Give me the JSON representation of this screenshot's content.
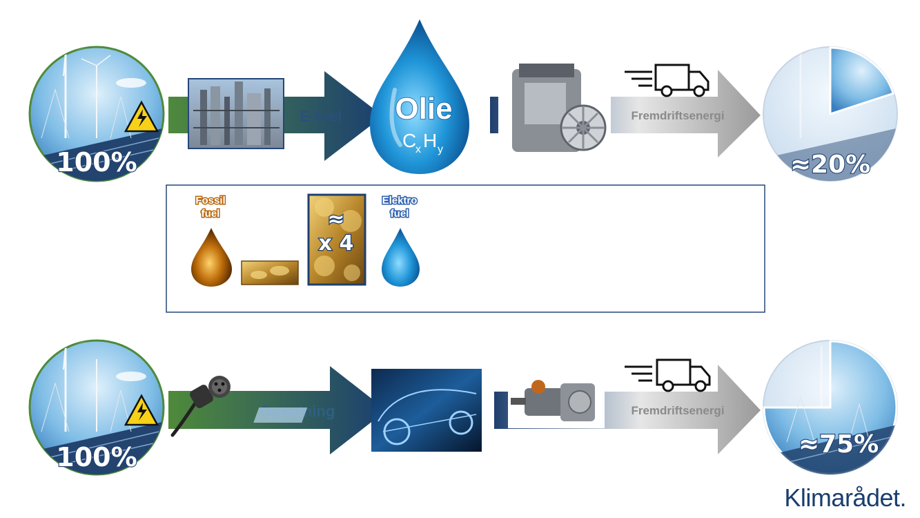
{
  "top_row": {
    "input_percent": "100%",
    "arrow1_label": "E-fuel",
    "drop_title": "Olie",
    "formula": {
      "c": "C",
      "x": "x",
      "h": "H",
      "y": "y"
    },
    "arrow2_label": "Fremdriftsenergi",
    "output_percent": "≈20%",
    "output_fraction": 0.2
  },
  "cost_box": {
    "fossil_label_line1": "Fossil",
    "fossil_label_line2": "fuel",
    "multiplier_line1": "≈",
    "multiplier_line2": "x 4",
    "electro_label_line1": "Elektro",
    "electro_label_line2": "fuel"
  },
  "bottom_row": {
    "input_percent": "100%",
    "arrow1_label": "Opladning",
    "arrow2_label": "Fremdriftsenergi",
    "output_percent": "≈75%",
    "output_fraction": 0.75
  },
  "logo": "Klimarådet.",
  "colors": {
    "navy": "#1f3f6e",
    "green": "#4e8a3a",
    "grey": "#9a9a9a",
    "drop_blue": "#1b8fd3",
    "oil_amber": "#b8650a"
  }
}
